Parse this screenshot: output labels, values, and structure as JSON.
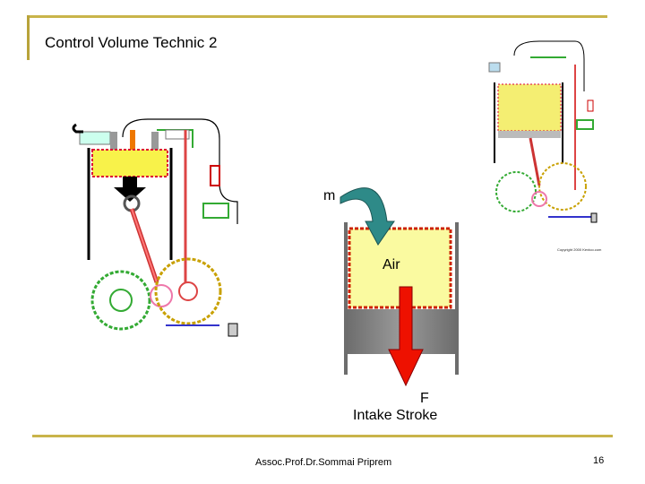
{
  "slide": {
    "title": "Control Volume Technic 2",
    "footer": "Assoc.Prof.Dr.Sommai Priprem",
    "page_number": "16"
  },
  "diagram": {
    "mass_label": "m",
    "air_label": "Air",
    "force_label": "F",
    "stroke_label": "Intake Stroke",
    "copyright": "Copyright 2000 Kevtoo.com"
  },
  "colors": {
    "accent_line": "#c9b44a",
    "air_fill": "#fafaa0",
    "air_border": "#cc2200",
    "force_arrow": "#ee1100",
    "mass_arrow": "#2e8a88",
    "cylinder": "#8f8f8f"
  },
  "icons": [
    "engine-animation-icon",
    "engine-thumbnail-icon",
    "curved-arrow-icon",
    "force-arrow-icon"
  ]
}
